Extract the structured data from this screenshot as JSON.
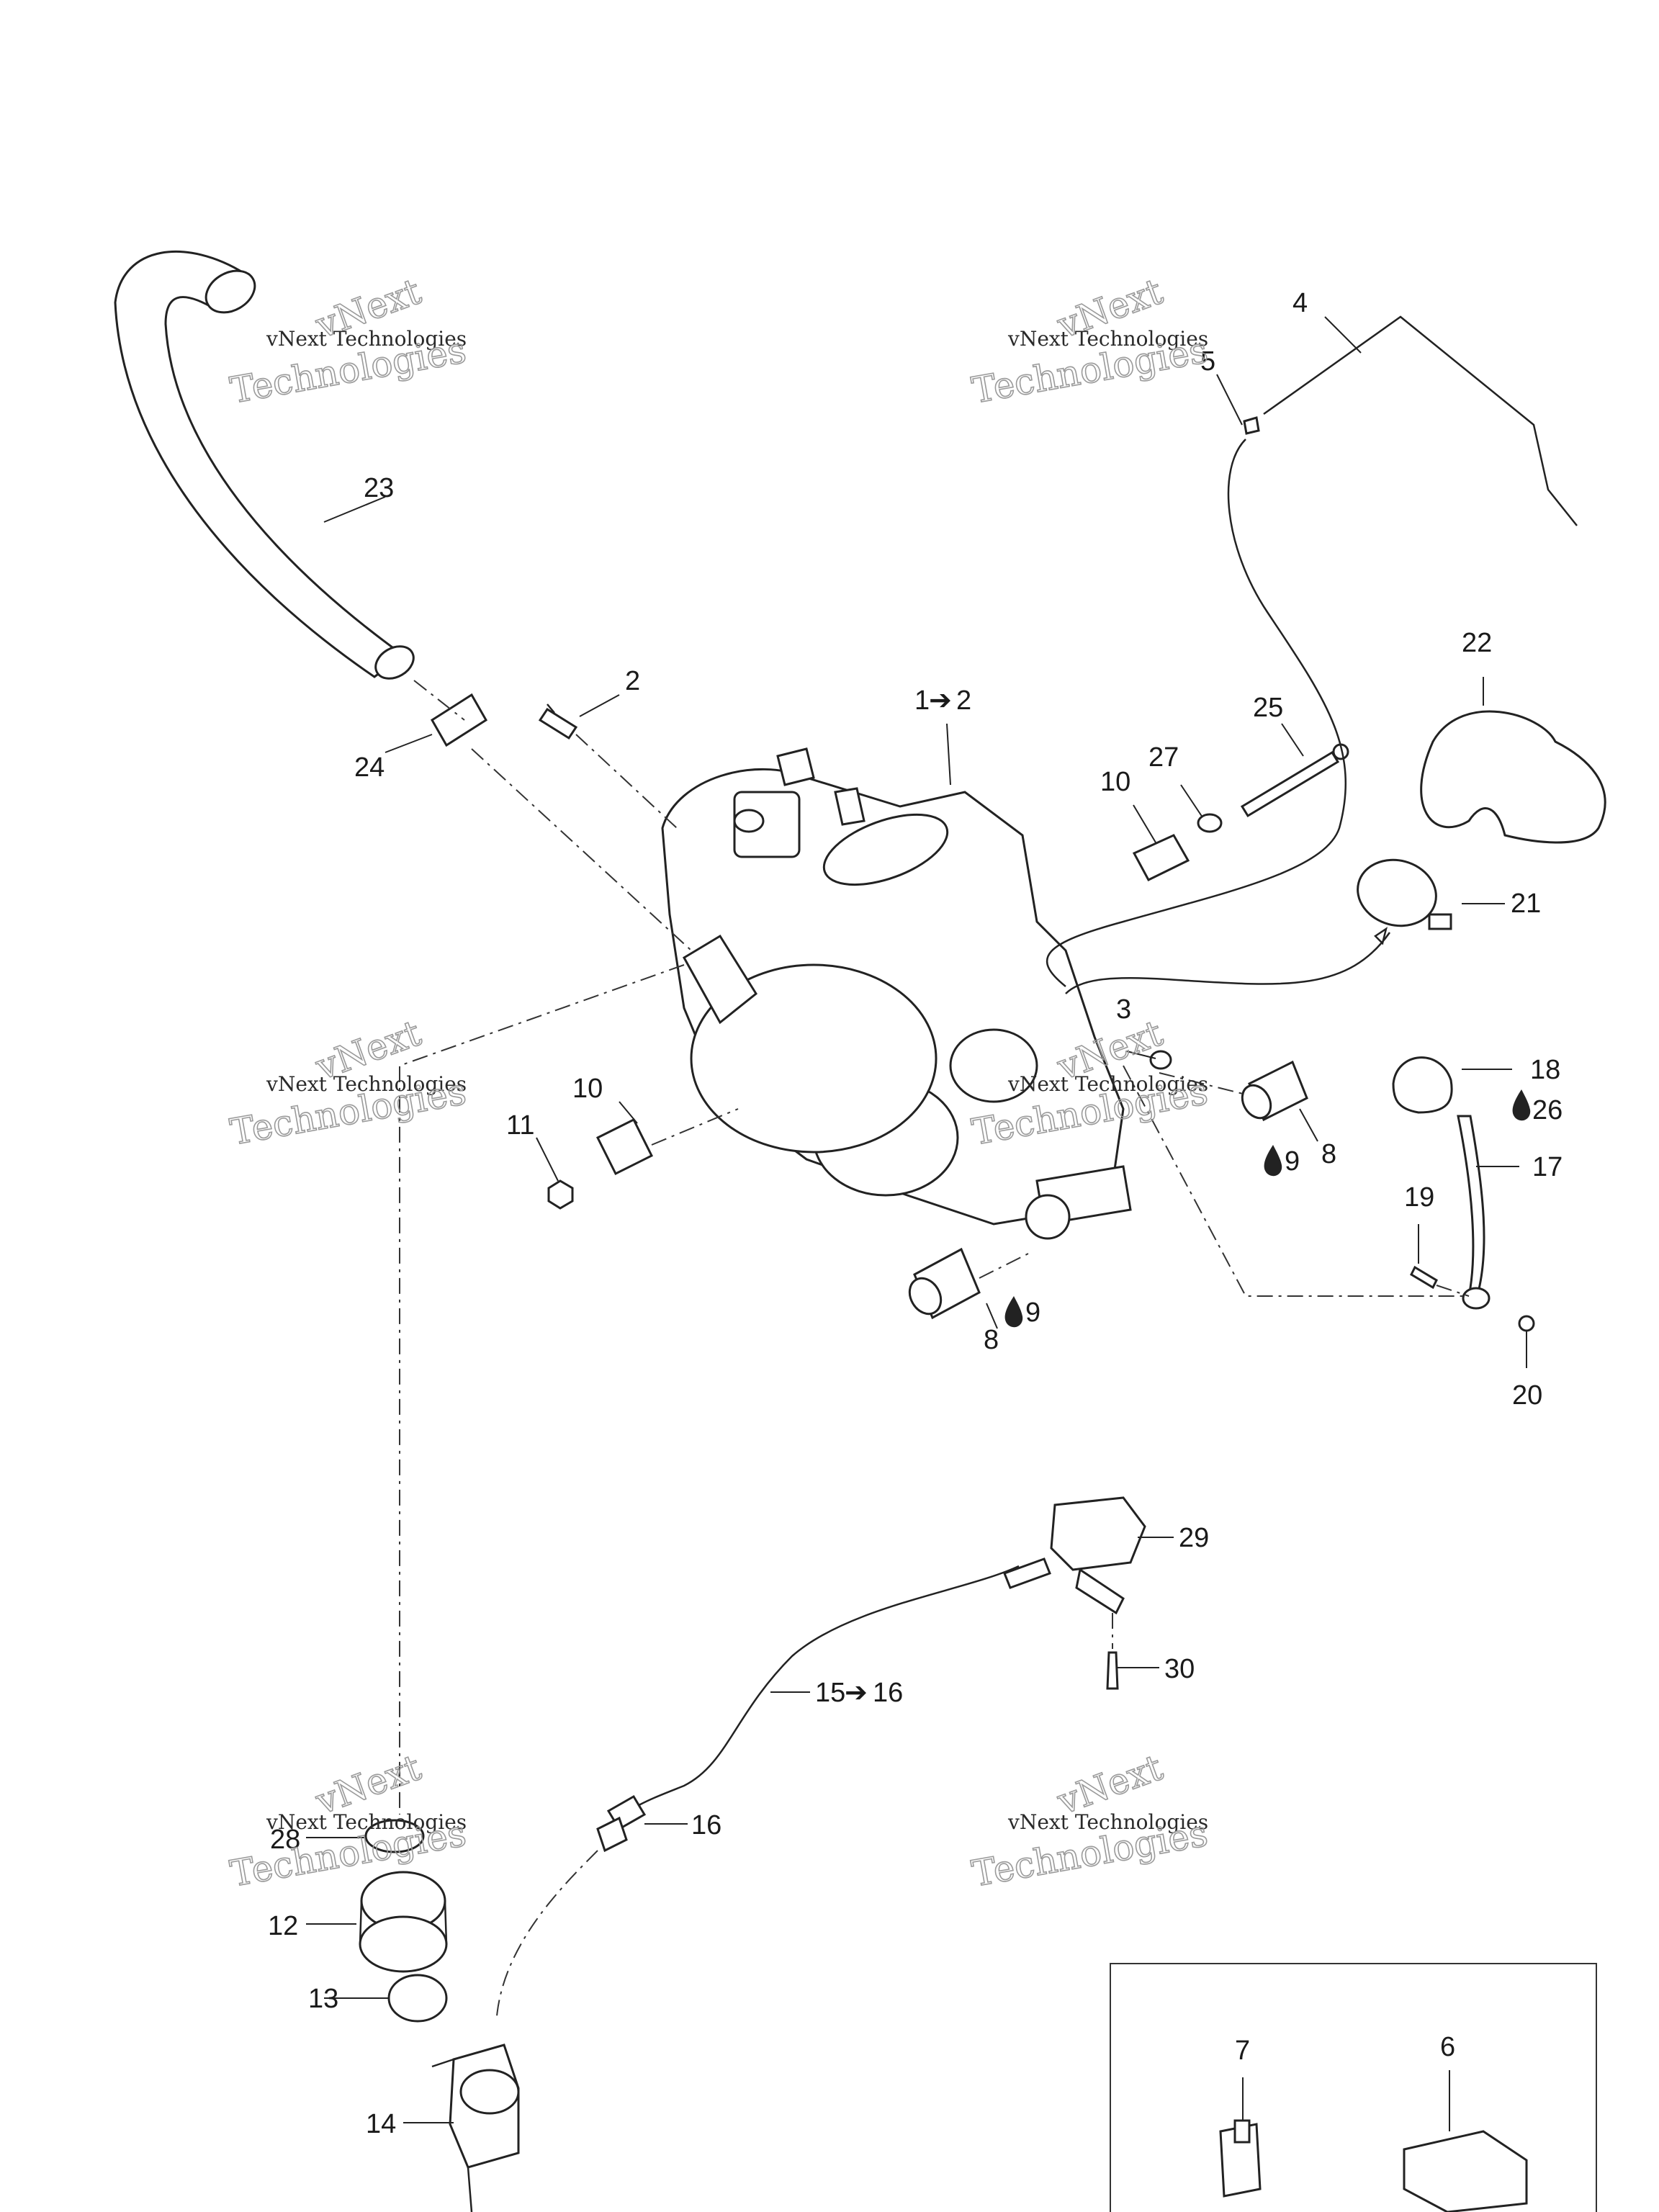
{
  "watermark": {
    "brand_word": "vNext",
    "brand_line": "vNext Technologies",
    "big_word": "Technologies"
  },
  "callouts": {
    "c1": "1",
    "c1_arrow": "➔",
    "c1_to": "2",
    "c2": "2",
    "c3": "3",
    "c4": "4",
    "c5": "5",
    "c6": "6",
    "c7": "7",
    "c8a": "8",
    "c8b": "8",
    "c9a": "9",
    "c9b": "9",
    "c10a": "10",
    "c10b": "10",
    "c11": "11",
    "c12": "12",
    "c13": "13",
    "c14": "14",
    "c15": "15",
    "c15_arrow": "➔",
    "c15_to": "16",
    "c16": "16",
    "c17": "17",
    "c18": "18",
    "c19": "19",
    "c20": "20",
    "c21": "21",
    "c22": "22",
    "c23": "23",
    "c24": "24",
    "c25": "25",
    "c26": "26",
    "c27": "27",
    "c28": "28",
    "c29": "29",
    "c30": "30"
  },
  "symbols": {
    "grease_icon": "drop-icon"
  }
}
